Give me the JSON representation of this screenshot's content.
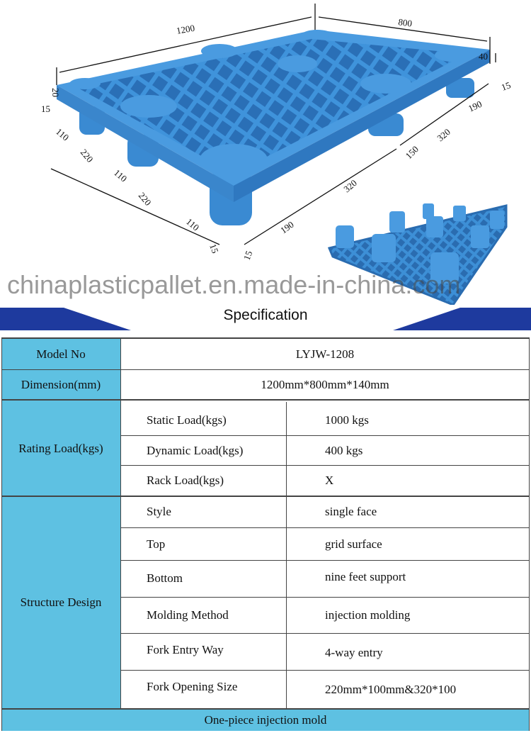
{
  "diagram": {
    "dimensions": {
      "length": "1200",
      "width": "800",
      "deck_height": "40",
      "left_top": "20",
      "left_edge": "15",
      "front": [
        "110",
        "220",
        "110",
        "220",
        "110",
        "15"
      ],
      "side": [
        "15",
        "190",
        "320",
        "150",
        "320",
        "190",
        "15"
      ]
    }
  },
  "header": {
    "title": "Specification"
  },
  "watermark": "chinaplasticpallet.en.made-in-china.com",
  "table": {
    "model_label": "Model No",
    "model_value": "LYJW-1208",
    "dimension_label": "Dimension(mm)",
    "dimension_value": "1200mm*800mm*140mm",
    "rating_label": "Rating Load(kgs)",
    "rating_rows": [
      {
        "name": "Static Load(kgs)",
        "value": "1000 kgs"
      },
      {
        "name": "Dynamic Load(kgs)",
        "value": "400 kgs"
      },
      {
        "name": "Rack  Load(kgs)",
        "value": "X"
      }
    ],
    "structure_label": "Structure Design",
    "structure_rows": [
      {
        "name": "Style",
        "value": "single face"
      },
      {
        "name": "Top",
        "value": "grid surface"
      },
      {
        "name": "Bottom",
        "value": "nine feet support"
      },
      {
        "name": "Molding Method",
        "value": "injection molding"
      },
      {
        "name": "Fork Entry Way",
        "value": "4-way entry"
      },
      {
        "name": "Fork Opening Size",
        "value": "220mm*100mm&320*100"
      }
    ],
    "footer": "One-piece injection mold"
  },
  "colors": {
    "cell_blue": "#5ec1e2",
    "band_blue": "#1e3a9e",
    "pallet_blue": "#3d8fd6"
  }
}
